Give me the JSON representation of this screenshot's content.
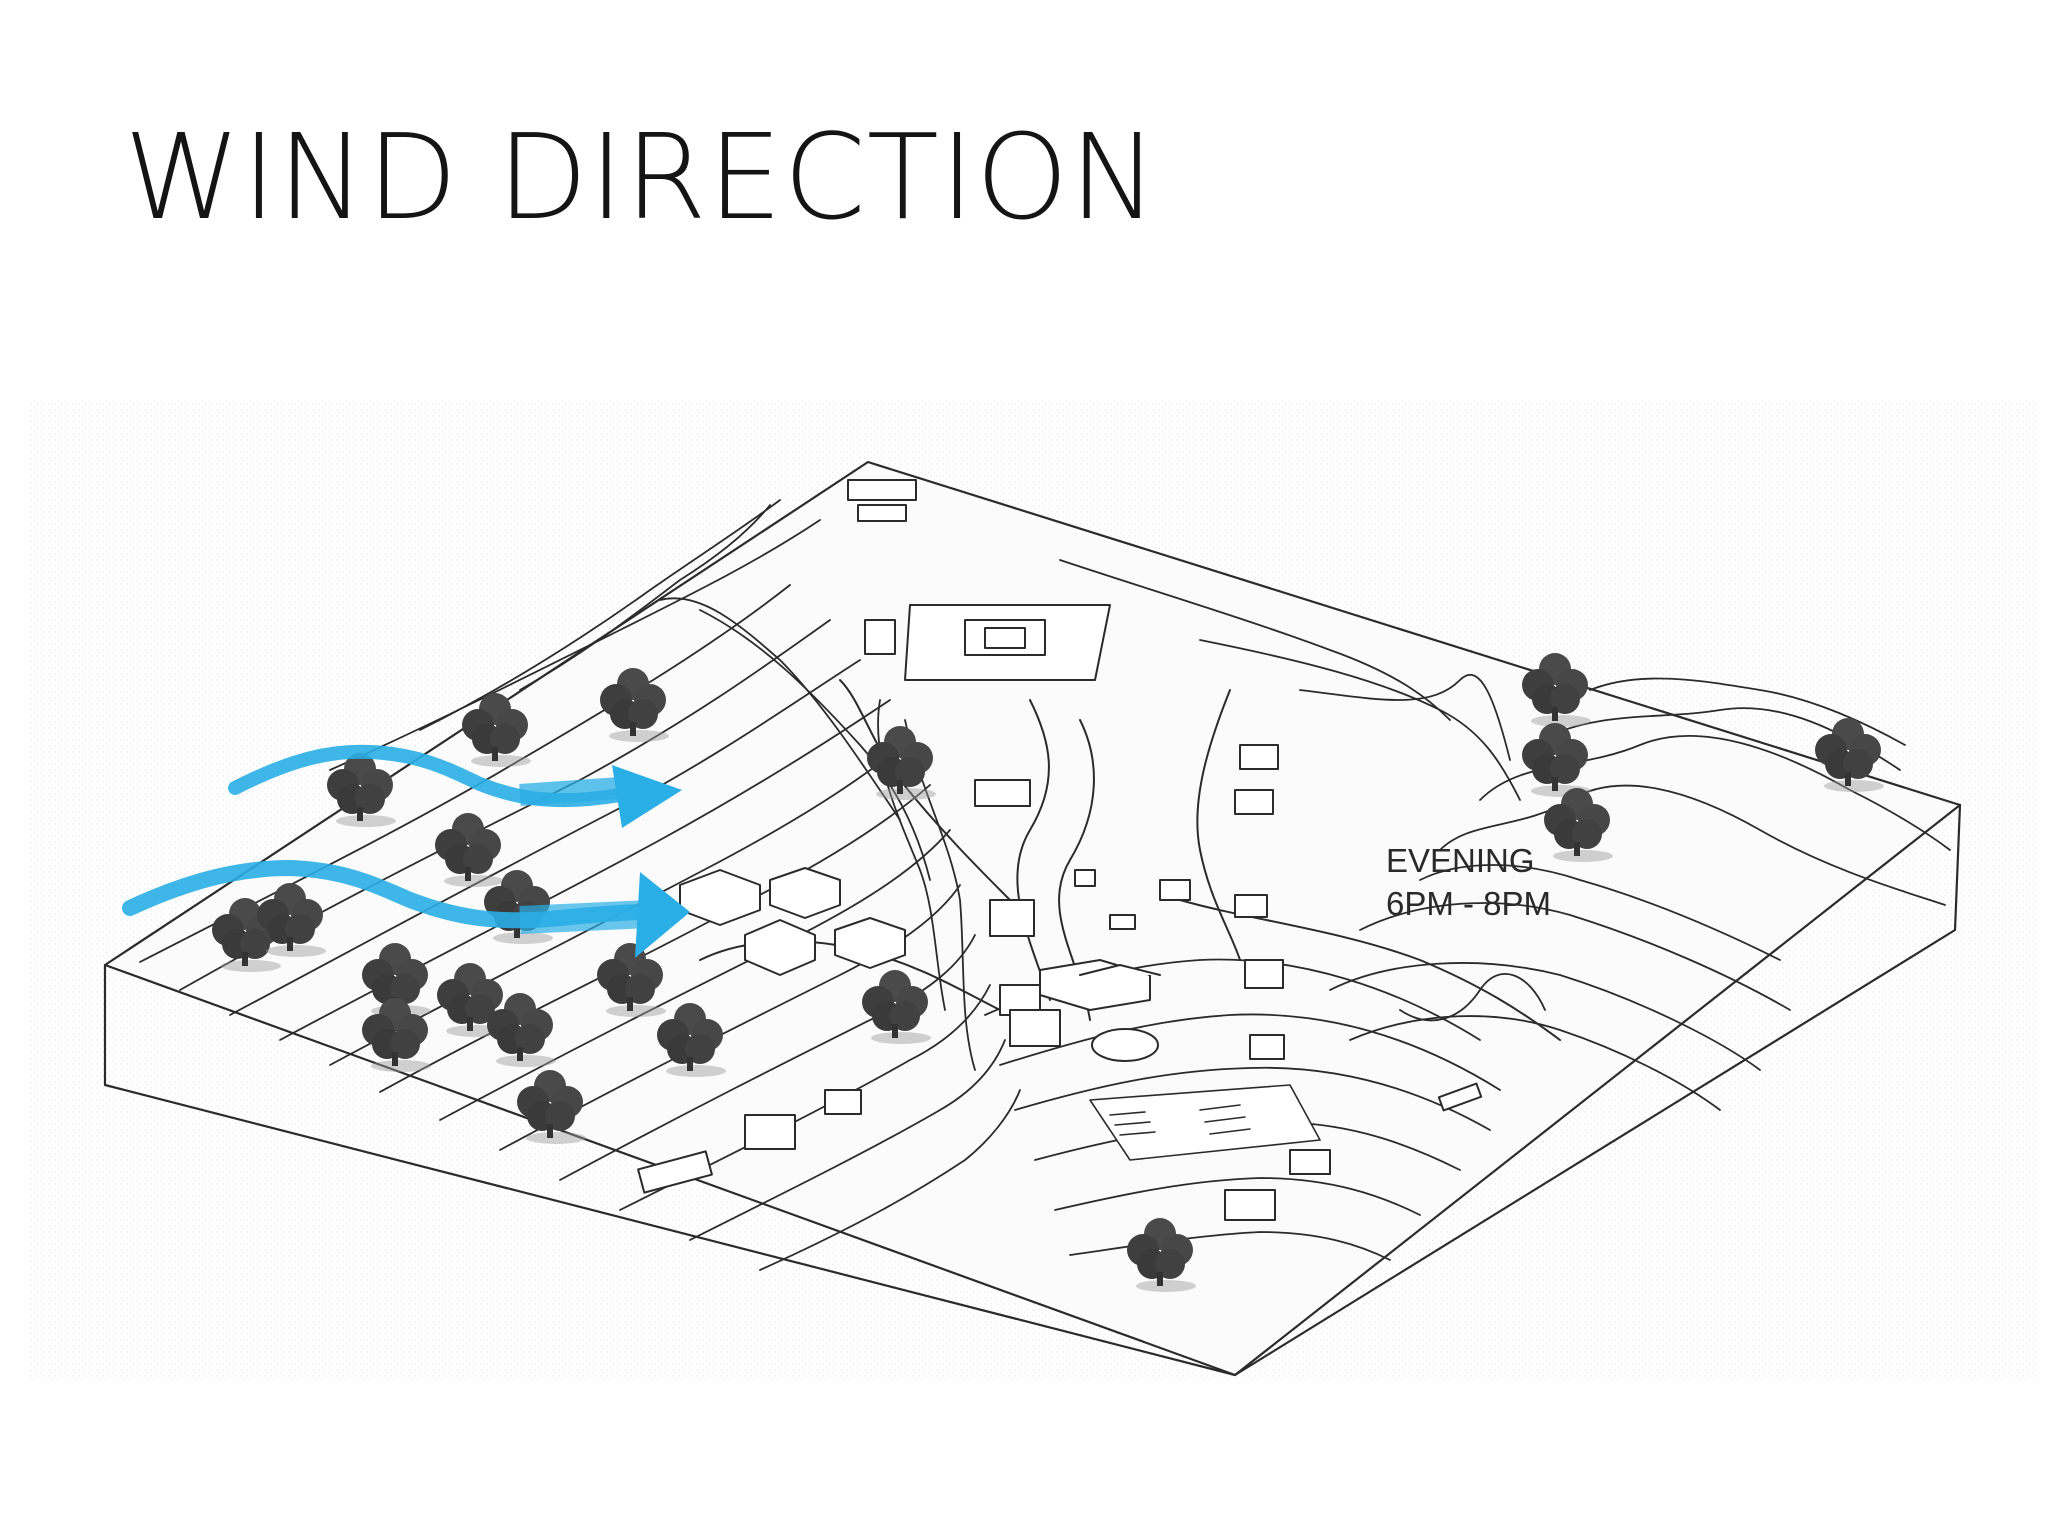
{
  "slide": {
    "title": "WIND DIRECTION"
  },
  "diagram": {
    "time_label": {
      "line1": "EVENING",
      "line2": "6PM - 8PM"
    },
    "colors": {
      "wind": "#29aee6",
      "linework": "#2b2b2b",
      "tree": "#444444"
    }
  }
}
